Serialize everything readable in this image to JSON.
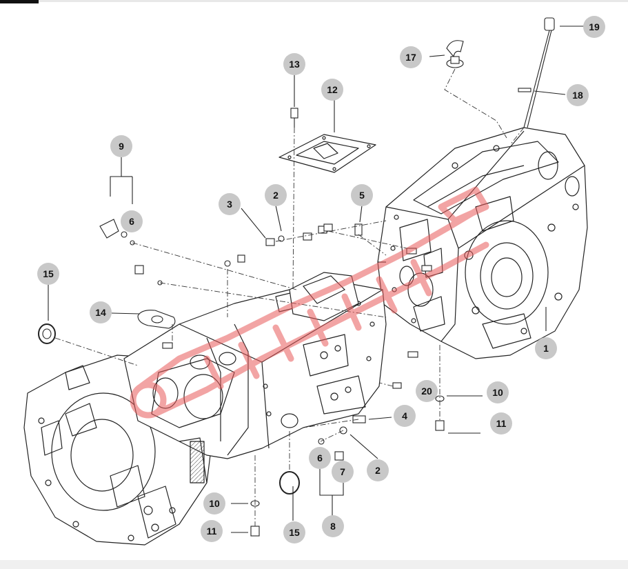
{
  "diagram": {
    "callouts": [
      {
        "id": "c1",
        "label": "1"
      },
      {
        "id": "c2a",
        "label": "2"
      },
      {
        "id": "c2b",
        "label": "2"
      },
      {
        "id": "c3",
        "label": "3"
      },
      {
        "id": "c4",
        "label": "4"
      },
      {
        "id": "c5",
        "label": "5"
      },
      {
        "id": "c6a",
        "label": "6"
      },
      {
        "id": "c6b",
        "label": "6"
      },
      {
        "id": "c7",
        "label": "7"
      },
      {
        "id": "c8",
        "label": "8"
      },
      {
        "id": "c9",
        "label": "9"
      },
      {
        "id": "c10a",
        "label": "10"
      },
      {
        "id": "c10b",
        "label": "10"
      },
      {
        "id": "c11a",
        "label": "11"
      },
      {
        "id": "c11b",
        "label": "11"
      },
      {
        "id": "c12",
        "label": "12"
      },
      {
        "id": "c13",
        "label": "13"
      },
      {
        "id": "c14",
        "label": "14"
      },
      {
        "id": "c15a",
        "label": "15"
      },
      {
        "id": "c15b",
        "label": "15"
      },
      {
        "id": "c17",
        "label": "17"
      },
      {
        "id": "c18",
        "label": "18"
      },
      {
        "id": "c19",
        "label": "19"
      },
      {
        "id": "c20",
        "label": "20"
      }
    ],
    "colors": {
      "callout_fill": "#c8c8c8",
      "line": "#222222",
      "watermark": "#e85a5a"
    }
  }
}
